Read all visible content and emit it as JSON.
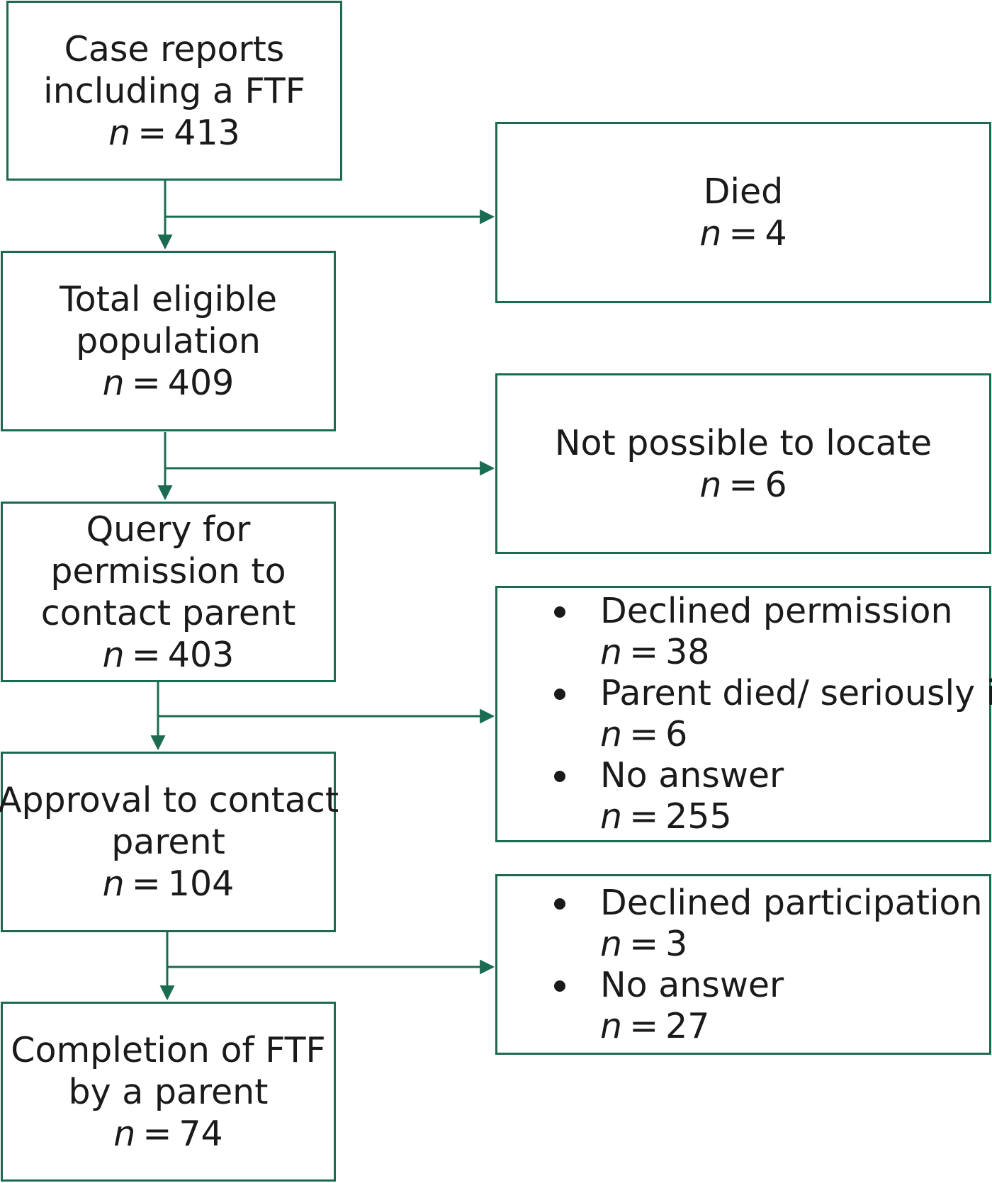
{
  "boxes": {
    "case_reports": {
      "lines": [
        "Case reports",
        "including a FTF"
      ],
      "n": "413"
    },
    "total_eligible": {
      "lines": [
        "Total eligible",
        "population"
      ],
      "n": "409"
    },
    "query": {
      "lines": [
        "Query for",
        "permission to",
        "contact parent"
      ],
      "n": "403"
    },
    "approval": {
      "lines": [
        "Approval to contact",
        "parent"
      ],
      "n": "104"
    },
    "completion": {
      "lines": [
        "Completion of FTF",
        "by a parent"
      ],
      "n": "74"
    },
    "died": {
      "lines": [
        "Died"
      ],
      "n": "4"
    },
    "not_locate": {
      "lines": [
        "Not possible to locate"
      ],
      "n": "6"
    },
    "exclusions_1": {
      "items": [
        {
          "label": "Declined permission",
          "n": "38"
        },
        {
          "label": "Parent died/ seriously ill",
          "n": "6"
        },
        {
          "label": "No answer",
          "n": "255"
        }
      ]
    },
    "exclusions_2": {
      "items": [
        {
          "label": "Declined participation",
          "n": "3"
        },
        {
          "label": "No answer",
          "n": "27"
        }
      ]
    }
  },
  "n_symbol": "n",
  "eq_symbol": "="
}
